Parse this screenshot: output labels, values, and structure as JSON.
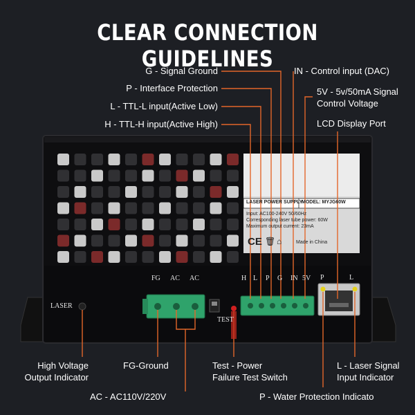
{
  "title": "CLEAR CONNECTION GUIDELINES",
  "top_labels": {
    "g": "G - Signal Ground",
    "p": "P - Interface Protection",
    "l": "L - TTL-L input(Active Low)",
    "h": "H -  TTL-H input(Active High)",
    "in": "IN - Control input (DAC)",
    "v5_line1": "5V - 5v/50mA Signal",
    "v5_line2": "Control Voltage",
    "lcd": "LCD Display Port"
  },
  "bottom_labels": {
    "hv_line1": "High Voltage",
    "hv_line2": "Output Indicator",
    "fg": "FG-Ground",
    "test_line1": "Test - Power",
    "test_line2": "Failure Test Switch",
    "lsig_line1": "L - Laser Signal",
    "lsig_line2": "Input Indicator",
    "ac": "AC - AC110V/220V",
    "water": "P - Water Protection Indicato"
  },
  "device": {
    "laser": "LASER",
    "test": "TEST",
    "fg": "FG",
    "ac1": "AC",
    "ac2": "AC",
    "pins": [
      "H",
      "L",
      "P",
      "G",
      "IN",
      "5V"
    ],
    "port_p": "P",
    "port_l": "L",
    "sticker": {
      "header_left": "LASER POWER SUPPLY",
      "header_right": "MODEL: MYJG60W",
      "line1": "Input: AC100-240V  50/60Hz",
      "line2": "Corresponding laser tube power: 60W",
      "line3": "Maximum output current: 23mA",
      "made": "Made in China",
      "ce": "CE"
    }
  },
  "colors": {
    "background": "#1d1f24",
    "device_body": "#0e0e10",
    "terminal_green": "#2fa36b",
    "leader_orange": "#e3672a"
  }
}
